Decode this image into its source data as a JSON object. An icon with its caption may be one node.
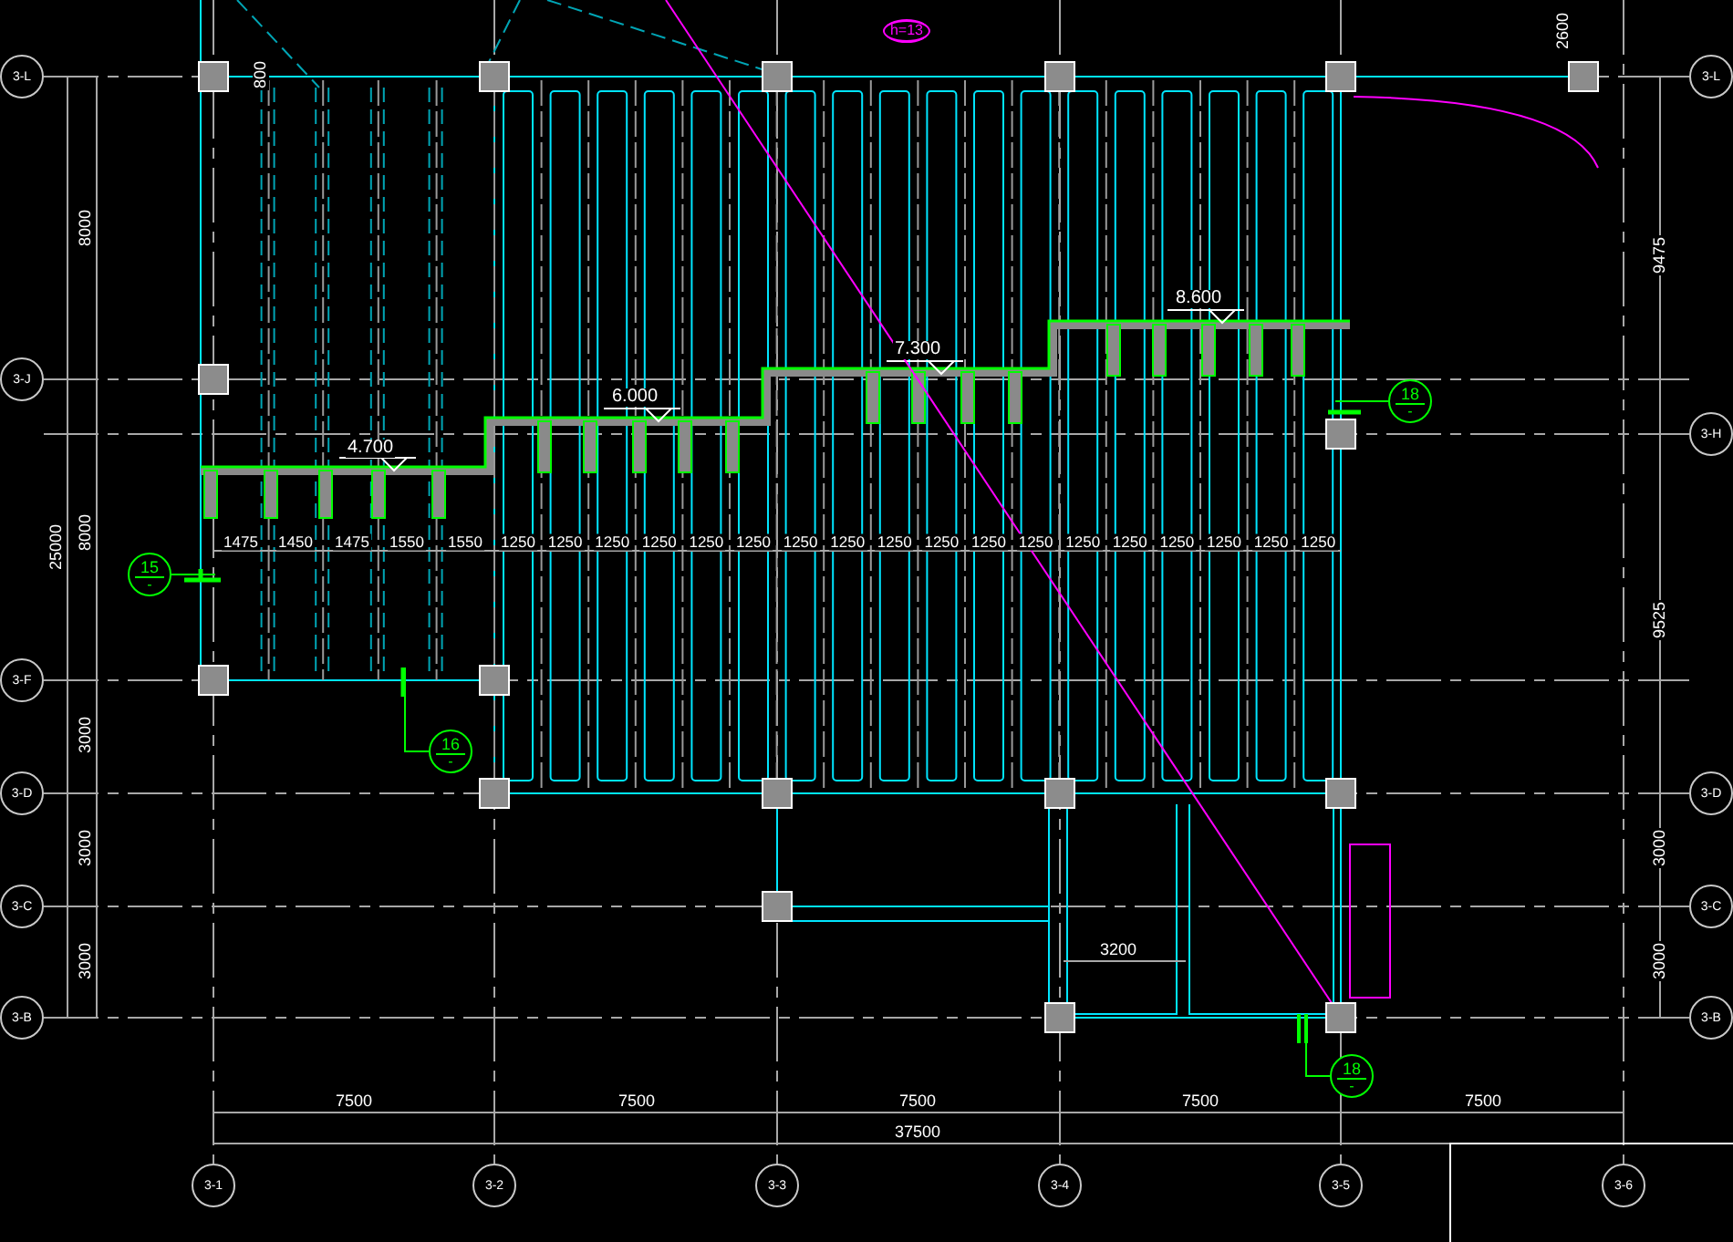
{
  "diagram": {
    "nodes": [
      {
        "text": [
          "3-L"
        ]
      },
      {
        "text": [
          "3-L"
        ]
      },
      {
        "text": [
          "3-J"
        ]
      },
      {
        "text": [
          "18",
          "-"
        ]
      },
      {
        "text": [
          "3-H"
        ]
      },
      {
        "text": [
          "15",
          "-"
        ]
      },
      {
        "text": [
          "3-F"
        ]
      },
      {
        "text": [
          "16",
          "-"
        ]
      },
      {
        "text": [
          "3-D"
        ]
      },
      {
        "text": [
          "3-D"
        ]
      },
      {
        "text": [
          "3-C"
        ]
      },
      {
        "text": [
          "3-C"
        ]
      },
      {
        "text": [
          "3-B"
        ]
      },
      {
        "text": [
          "3-B"
        ]
      },
      {
        "text": [
          "18",
          "-"
        ]
      },
      {
        "text": [
          "3-1"
        ]
      },
      {
        "text": [
          "3-2"
        ]
      },
      {
        "text": [
          "3-3"
        ]
      },
      {
        "text": [
          "3-4"
        ]
      },
      {
        "text": [
          "3-5"
        ]
      },
      {
        "text": [
          "3-6"
        ]
      }
    ],
    "edges": [
      {
        "from": 3,
        "to": null,
        "arrow": "none"
      },
      {
        "from": 5,
        "to": null,
        "arrow": "none"
      },
      {
        "from": 7,
        "to": null,
        "arrow": "none"
      },
      {
        "from": 14,
        "to": null,
        "arrow": "none"
      }
    ],
    "labels": [
      "h=13",
      "2600",
      "800",
      "8000",
      "9475",
      "8.600",
      "7.300",
      "6.000",
      "4.700",
      "25000",
      "8000",
      "1475",
      "1450",
      "1475",
      "1550",
      "1550",
      "1250",
      "1250",
      "1250",
      "1250",
      "1250",
      "1250",
      "1250",
      "1250",
      "1250",
      "1250",
      "1250",
      "1250",
      "1250",
      "1250",
      "1250",
      "1250",
      "1250",
      "1250",
      "9525",
      "3000",
      "3000",
      "3000",
      "3200",
      "3000",
      "3000",
      "7500",
      "7500",
      "7500",
      "7500",
      "7500",
      "37500"
    ]
  }
}
